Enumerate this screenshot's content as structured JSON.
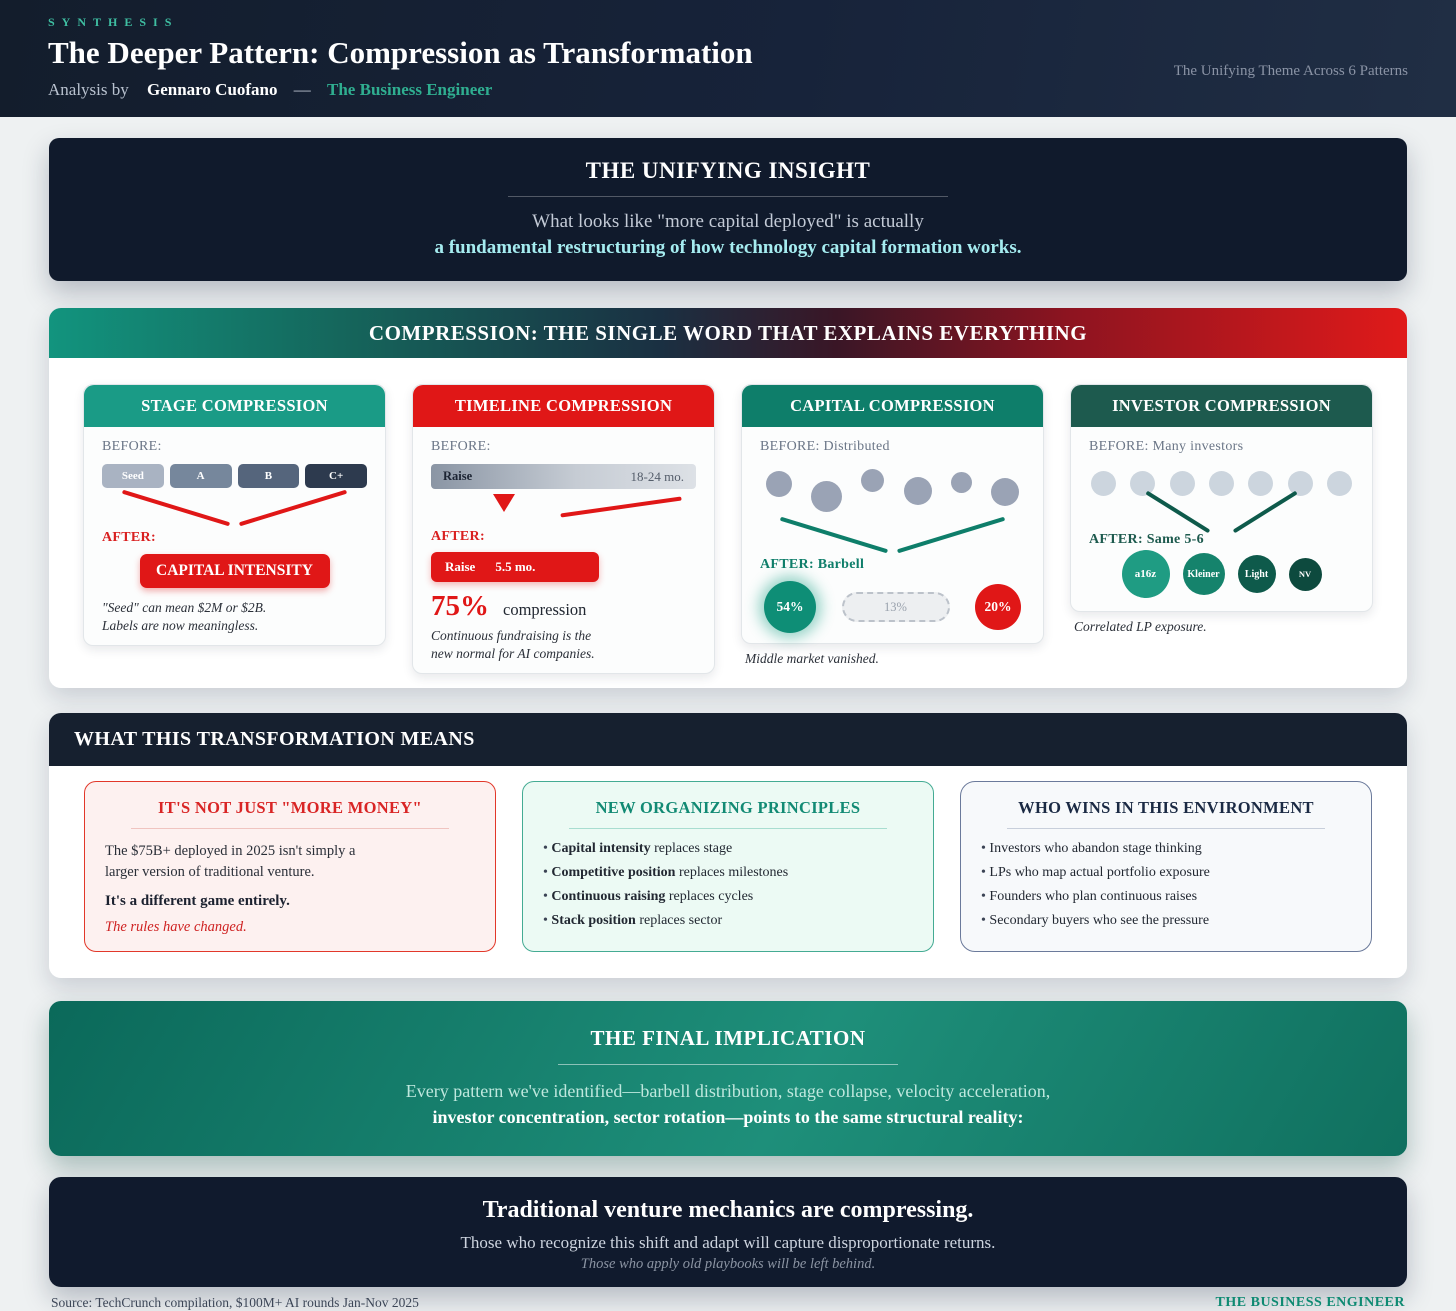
{
  "colors": {
    "accent_teal": "#12947e",
    "accent_red": "#e01717",
    "navy": "#101a2c",
    "highlight_cyan": "#a5ecf0",
    "brand_green": "#0e8a72"
  },
  "header": {
    "eyebrow": "SYNTHESIS",
    "title": "The Deeper Pattern: Compression as Transformation",
    "byline_prefix": "Analysis by",
    "author": "Gennaro Cuofano",
    "dash": "—",
    "brand": "The Business Engineer",
    "right_note": "The Unifying Theme Across 6 Patterns"
  },
  "insight": {
    "title": "THE UNIFYING INSIGHT",
    "line1": "What looks like \"more capital deployed\" is actually",
    "line2": "a fundamental restructuring of how technology capital formation works."
  },
  "compression": {
    "banner": "COMPRESSION: THE SINGLE WORD THAT EXPLAINS EVERYTHING",
    "cards": [
      {
        "title": "STAGE COMPRESSION",
        "before_label": "BEFORE:",
        "stages": [
          "Seed",
          "A",
          "B",
          "C+"
        ],
        "after_label": "AFTER:",
        "after_button": "CAPITAL INTENSITY",
        "caption_line1": "\"Seed\" can mean $2M or $2B.",
        "caption_line2": "Labels are now meaningless."
      },
      {
        "title": "TIMELINE COMPRESSION",
        "before_label": "BEFORE:",
        "before_bar_label": "Raise",
        "before_bar_duration": "18-24 mo.",
        "after_label": "AFTER:",
        "after_bar_label": "Raise",
        "after_bar_duration": "5.5 mo.",
        "stat_value": "75%",
        "stat_word": "compression",
        "caption_line1": "Continuous fundraising is the",
        "caption_line2": "new normal for AI companies."
      },
      {
        "title": "CAPITAL COMPRESSION",
        "before_label": "BEFORE: Distributed",
        "before_dot_count": 6,
        "after_label": "AFTER: Barbell",
        "barbell_left": "54%",
        "barbell_middle": "13%",
        "barbell_right": "20%",
        "caption": "Middle market vanished."
      },
      {
        "title": "INVESTOR COMPRESSION",
        "before_label": "BEFORE: Many investors",
        "before_dot_count": 7,
        "after_label": "AFTER: Same 5-6",
        "investors": [
          "a16z",
          "Kleiner",
          "Light",
          "NV"
        ],
        "caption": "Correlated LP exposure."
      }
    ]
  },
  "transformation": {
    "title": "WHAT THIS TRANSFORMATION MEANS",
    "card_money": {
      "title": "IT'S NOT JUST \"MORE MONEY\"",
      "p1a": "The $75B+ deployed in 2025 isn't simply a",
      "p1b": "larger version of traditional venture.",
      "p2": "It's a different game entirely.",
      "p3": "The rules have changed."
    },
    "card_principles": {
      "title": "NEW ORGANIZING PRINCIPLES",
      "bullets": [
        {
          "lead": "Capital intensity",
          "rest": " replaces stage"
        },
        {
          "lead": "Competitive position",
          "rest": " replaces milestones"
        },
        {
          "lead": "Continuous raising",
          "rest": " replaces cycles"
        },
        {
          "lead": "Stack position",
          "rest": " replaces sector"
        }
      ]
    },
    "card_winners": {
      "title": "WHO WINS IN THIS ENVIRONMENT",
      "bullets": [
        "Investors who abandon stage thinking",
        "LPs who map actual portfolio exposure",
        "Founders who plan continuous raises",
        "Secondary buyers who see the pressure"
      ]
    }
  },
  "final": {
    "title": "THE FINAL IMPLICATION",
    "line1": "Every pattern we've identified—barbell distribution, stage collapse, velocity acceleration,",
    "line2": "investor concentration, sector rotation—points to the same structural reality:"
  },
  "conclusion": {
    "title": "Traditional venture mechanics are compressing.",
    "line1": "Those who recognize this shift and adapt will capture disproportionate returns.",
    "line2": "Those who apply old playbooks will be left behind."
  },
  "footer": {
    "source": "Source: TechCrunch compilation, $100M+ AI rounds Jan-Nov 2025",
    "brand": "THE BUSINESS ENGINEER"
  }
}
